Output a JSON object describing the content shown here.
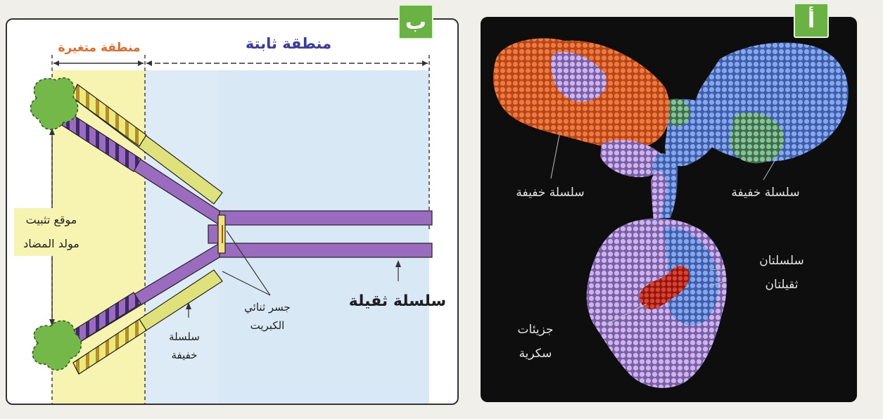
{
  "panel_b": {
    "badge": "ب",
    "variable_region": "منطقة متغيرة",
    "constant_region": "منطقة ثابتة",
    "antigen_binding_site": "موقع تثبيت مولد المضاد",
    "disulfide_bridge": "جسر ثنائي الكبريت",
    "light_chain": "سلسلة خفيفة",
    "heavy_chain": "سلسلة ثقيلة",
    "colors": {
      "variable_region": "#f7f4b2",
      "constant_region": "#dcebf6",
      "heavy_chain": "#9b6bc0",
      "light_chain": "#dfe27a",
      "binding_site": "#74b84a",
      "variable_label": "#e26a2a",
      "constant_label": "#3a3aa0"
    }
  },
  "panel_a": {
    "badge": "أ",
    "light_chain_left": "سلسلة خفيفة",
    "light_chain_right": "سلسلة خفيفة",
    "heavy_chains": "سلسلتان ثقيلتان",
    "sugar_molecules": "جزيئات سكرية",
    "colors": {
      "background": "#0e0e0e",
      "orange": "#e3652a",
      "purple": "#b49ad6",
      "blue": "#7196e0",
      "green": "#6aa87e",
      "red": "#d23a2a"
    }
  }
}
